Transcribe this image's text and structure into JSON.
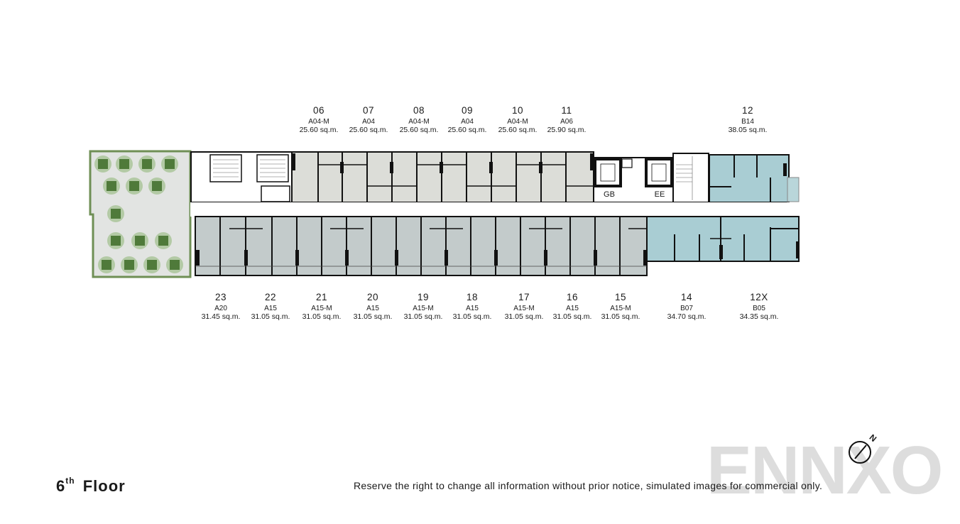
{
  "floor": {
    "number": "6",
    "suffix": "th",
    "label": "Floor"
  },
  "disclaimer": "Reserve the right to change all information without prior notice, simulated images for commercial only.",
  "watermark": "ENNXO",
  "compass": {
    "label": "N"
  },
  "service_rooms": [
    {
      "id": "gb",
      "label": "GB"
    },
    {
      "id": "ee",
      "label": "EE"
    }
  ],
  "colors": {
    "unit_top_gray": "#dcddd8",
    "unit_bottom_gray": "#c3cbcb",
    "unit_teal": "#a9cdd3",
    "garden": "#e1e3e1",
    "tree": "#5d8a45",
    "wall": "#111111"
  },
  "units_top": [
    {
      "number": "06",
      "type": "A04-M",
      "area": "25.60 sq.m."
    },
    {
      "number": "07",
      "type": "A04",
      "area": "25.60 sq.m."
    },
    {
      "number": "08",
      "type": "A04-M",
      "area": "25.60 sq.m."
    },
    {
      "number": "09",
      "type": "A04",
      "area": "25.60 sq.m."
    },
    {
      "number": "10",
      "type": "A04-M",
      "area": "25.60 sq.m."
    },
    {
      "number": "11",
      "type": "A06",
      "area": "25.90 sq.m."
    },
    {
      "number": "12",
      "type": "B14",
      "area": "38.05 sq.m."
    }
  ],
  "units_bottom": [
    {
      "number": "23",
      "type": "A20",
      "area": "31.45 sq.m."
    },
    {
      "number": "22",
      "type": "A15",
      "area": "31.05 sq.m."
    },
    {
      "number": "21",
      "type": "A15-M",
      "area": "31.05 sq.m."
    },
    {
      "number": "20",
      "type": "A15",
      "area": "31.05 sq.m."
    },
    {
      "number": "19",
      "type": "A15-M",
      "area": "31.05 sq.m."
    },
    {
      "number": "18",
      "type": "A15",
      "area": "31.05 sq.m."
    },
    {
      "number": "17",
      "type": "A15-M",
      "area": "31.05 sq.m."
    },
    {
      "number": "16",
      "type": "A15",
      "area": "31.05 sq.m."
    },
    {
      "number": "15",
      "type": "A15-M",
      "area": "31.05 sq.m."
    },
    {
      "number": "14",
      "type": "B07",
      "area": "34.70 sq.m."
    },
    {
      "number": "12X",
      "type": "B05",
      "area": "34.35 sq.m."
    }
  ]
}
